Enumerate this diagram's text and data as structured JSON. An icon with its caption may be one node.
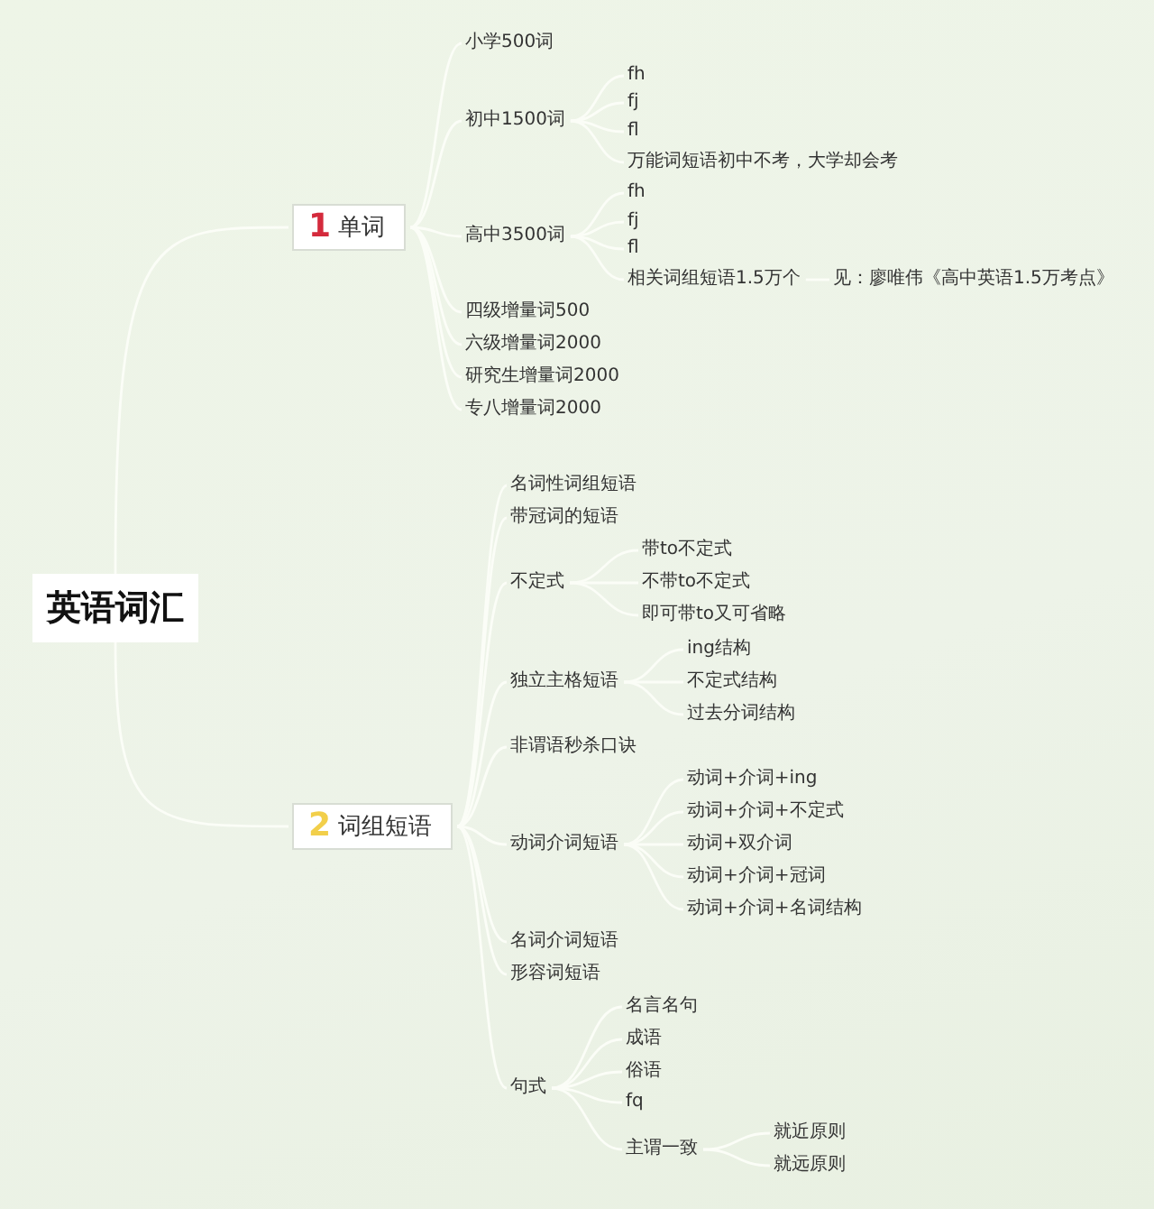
{
  "diagram": {
    "nodes": [
      {
        "text": [
          "英语词汇"
        ]
      },
      {
        "text": [
          "1",
          "单词"
        ]
      },
      {
        "text": [
          "小学500词"
        ]
      },
      {
        "text": [
          "初中1500词"
        ]
      },
      {
        "text": [
          "fh"
        ]
      },
      {
        "text": [
          "fj"
        ]
      },
      {
        "text": [
          "fl"
        ]
      },
      {
        "text": [
          "万能词短语初中不考，大学却会考"
        ]
      },
      {
        "text": [
          "高中3500词"
        ]
      },
      {
        "text": [
          "fh"
        ]
      },
      {
        "text": [
          "fj"
        ]
      },
      {
        "text": [
          "fl"
        ]
      },
      {
        "text": [
          "相关词组短语1.5万个"
        ]
      },
      {
        "text": [
          "见：廖唯伟《高中英语1.5万考点》"
        ]
      },
      {
        "text": [
          "四级增量词500"
        ]
      },
      {
        "text": [
          "六级增量词2000"
        ]
      },
      {
        "text": [
          "研究生增量词2000"
        ]
      },
      {
        "text": [
          "专八增量词2000"
        ]
      },
      {
        "text": [
          "2",
          "词组短语"
        ]
      },
      {
        "text": [
          "名词性词组短语"
        ]
      },
      {
        "text": [
          "带冠词的短语"
        ]
      },
      {
        "text": [
          "不定式"
        ]
      },
      {
        "text": [
          "带to不定式"
        ]
      },
      {
        "text": [
          "不带to不定式"
        ]
      },
      {
        "text": [
          "即可带to又可省略"
        ]
      },
      {
        "text": [
          "独立主格短语"
        ]
      },
      {
        "text": [
          "ing结构"
        ]
      },
      {
        "text": [
          "不定式结构"
        ]
      },
      {
        "text": [
          "过去分词结构"
        ]
      },
      {
        "text": [
          "非谓语秒杀口诀"
        ]
      },
      {
        "text": [
          "动词介词短语"
        ]
      },
      {
        "text": [
          "动词+介词+ing"
        ]
      },
      {
        "text": [
          "动词+介词+不定式"
        ]
      },
      {
        "text": [
          "动词+双介词"
        ]
      },
      {
        "text": [
          "动词+介词+冠词"
        ]
      },
      {
        "text": [
          "动词+介词+名词结构"
        ]
      },
      {
        "text": [
          "名词介词短语"
        ]
      },
      {
        "text": [
          "形容词短语"
        ]
      },
      {
        "text": [
          "句式"
        ]
      },
      {
        "text": [
          "名言名句"
        ]
      },
      {
        "text": [
          "成语"
        ]
      },
      {
        "text": [
          "俗语"
        ]
      },
      {
        "text": [
          "fq"
        ]
      },
      {
        "text": [
          "主谓一致"
        ]
      },
      {
        "text": [
          "就近原则"
        ]
      },
      {
        "text": [
          "就远原则"
        ]
      }
    ],
    "edges": [
      {
        "from": 0,
        "to": 1,
        "arrow": "none"
      },
      {
        "from": 1,
        "to": 2,
        "arrow": "none"
      },
      {
        "from": 1,
        "to": 3,
        "arrow": "none"
      },
      {
        "from": 3,
        "to": 4,
        "arrow": "none"
      },
      {
        "from": 3,
        "to": 5,
        "arrow": "none"
      },
      {
        "from": 3,
        "to": 6,
        "arrow": "none"
      },
      {
        "from": 3,
        "to": 7,
        "arrow": "none"
      },
      {
        "from": 1,
        "to": 8,
        "arrow": "none"
      },
      {
        "from": 8,
        "to": 9,
        "arrow": "none"
      },
      {
        "from": 8,
        "to": 10,
        "arrow": "none"
      },
      {
        "from": 8,
        "to": 11,
        "arrow": "none"
      },
      {
        "from": 8,
        "to": 12,
        "arrow": "none"
      },
      {
        "from": 12,
        "to": 13,
        "arrow": "none"
      },
      {
        "from": 1,
        "to": 14,
        "arrow": "none"
      },
      {
        "from": 1,
        "to": 15,
        "arrow": "none"
      },
      {
        "from": 1,
        "to": 16,
        "arrow": "none"
      },
      {
        "from": 1,
        "to": 17,
        "arrow": "none"
      },
      {
        "from": 0,
        "to": 18,
        "arrow": "none"
      },
      {
        "from": 18,
        "to": 19,
        "arrow": "none"
      },
      {
        "from": 18,
        "to": 20,
        "arrow": "none"
      },
      {
        "from": 18,
        "to": 21,
        "arrow": "none"
      },
      {
        "from": 21,
        "to": 22,
        "arrow": "none"
      },
      {
        "from": 21,
        "to": 23,
        "arrow": "none"
      },
      {
        "from": 21,
        "to": 24,
        "arrow": "none"
      },
      {
        "from": 18,
        "to": 25,
        "arrow": "none"
      },
      {
        "from": 25,
        "to": 26,
        "arrow": "none"
      },
      {
        "from": 25,
        "to": 27,
        "arrow": "none"
      },
      {
        "from": 25,
        "to": 28,
        "arrow": "none"
      },
      {
        "from": 18,
        "to": 29,
        "arrow": "none"
      },
      {
        "from": 18,
        "to": 30,
        "arrow": "none"
      },
      {
        "from": 30,
        "to": 31,
        "arrow": "none"
      },
      {
        "from": 30,
        "to": 32,
        "arrow": "none"
      },
      {
        "from": 30,
        "to": 33,
        "arrow": "none"
      },
      {
        "from": 30,
        "to": 34,
        "arrow": "none"
      },
      {
        "from": 30,
        "to": 35,
        "arrow": "none"
      },
      {
        "from": 18,
        "to": 36,
        "arrow": "none"
      },
      {
        "from": 18,
        "to": 37,
        "arrow": "none"
      },
      {
        "from": 18,
        "to": 38,
        "arrow": "none"
      },
      {
        "from": 38,
        "to": 39,
        "arrow": "none"
      },
      {
        "from": 38,
        "to": 40,
        "arrow": "none"
      },
      {
        "from": 38,
        "to": 41,
        "arrow": "none"
      },
      {
        "from": 38,
        "to": 42,
        "arrow": "none"
      },
      {
        "from": 38,
        "to": 43,
        "arrow": "none"
      },
      {
        "from": 43,
        "to": 44,
        "arrow": "none"
      },
      {
        "from": 43,
        "to": 45,
        "arrow": "none"
      }
    ]
  }
}
